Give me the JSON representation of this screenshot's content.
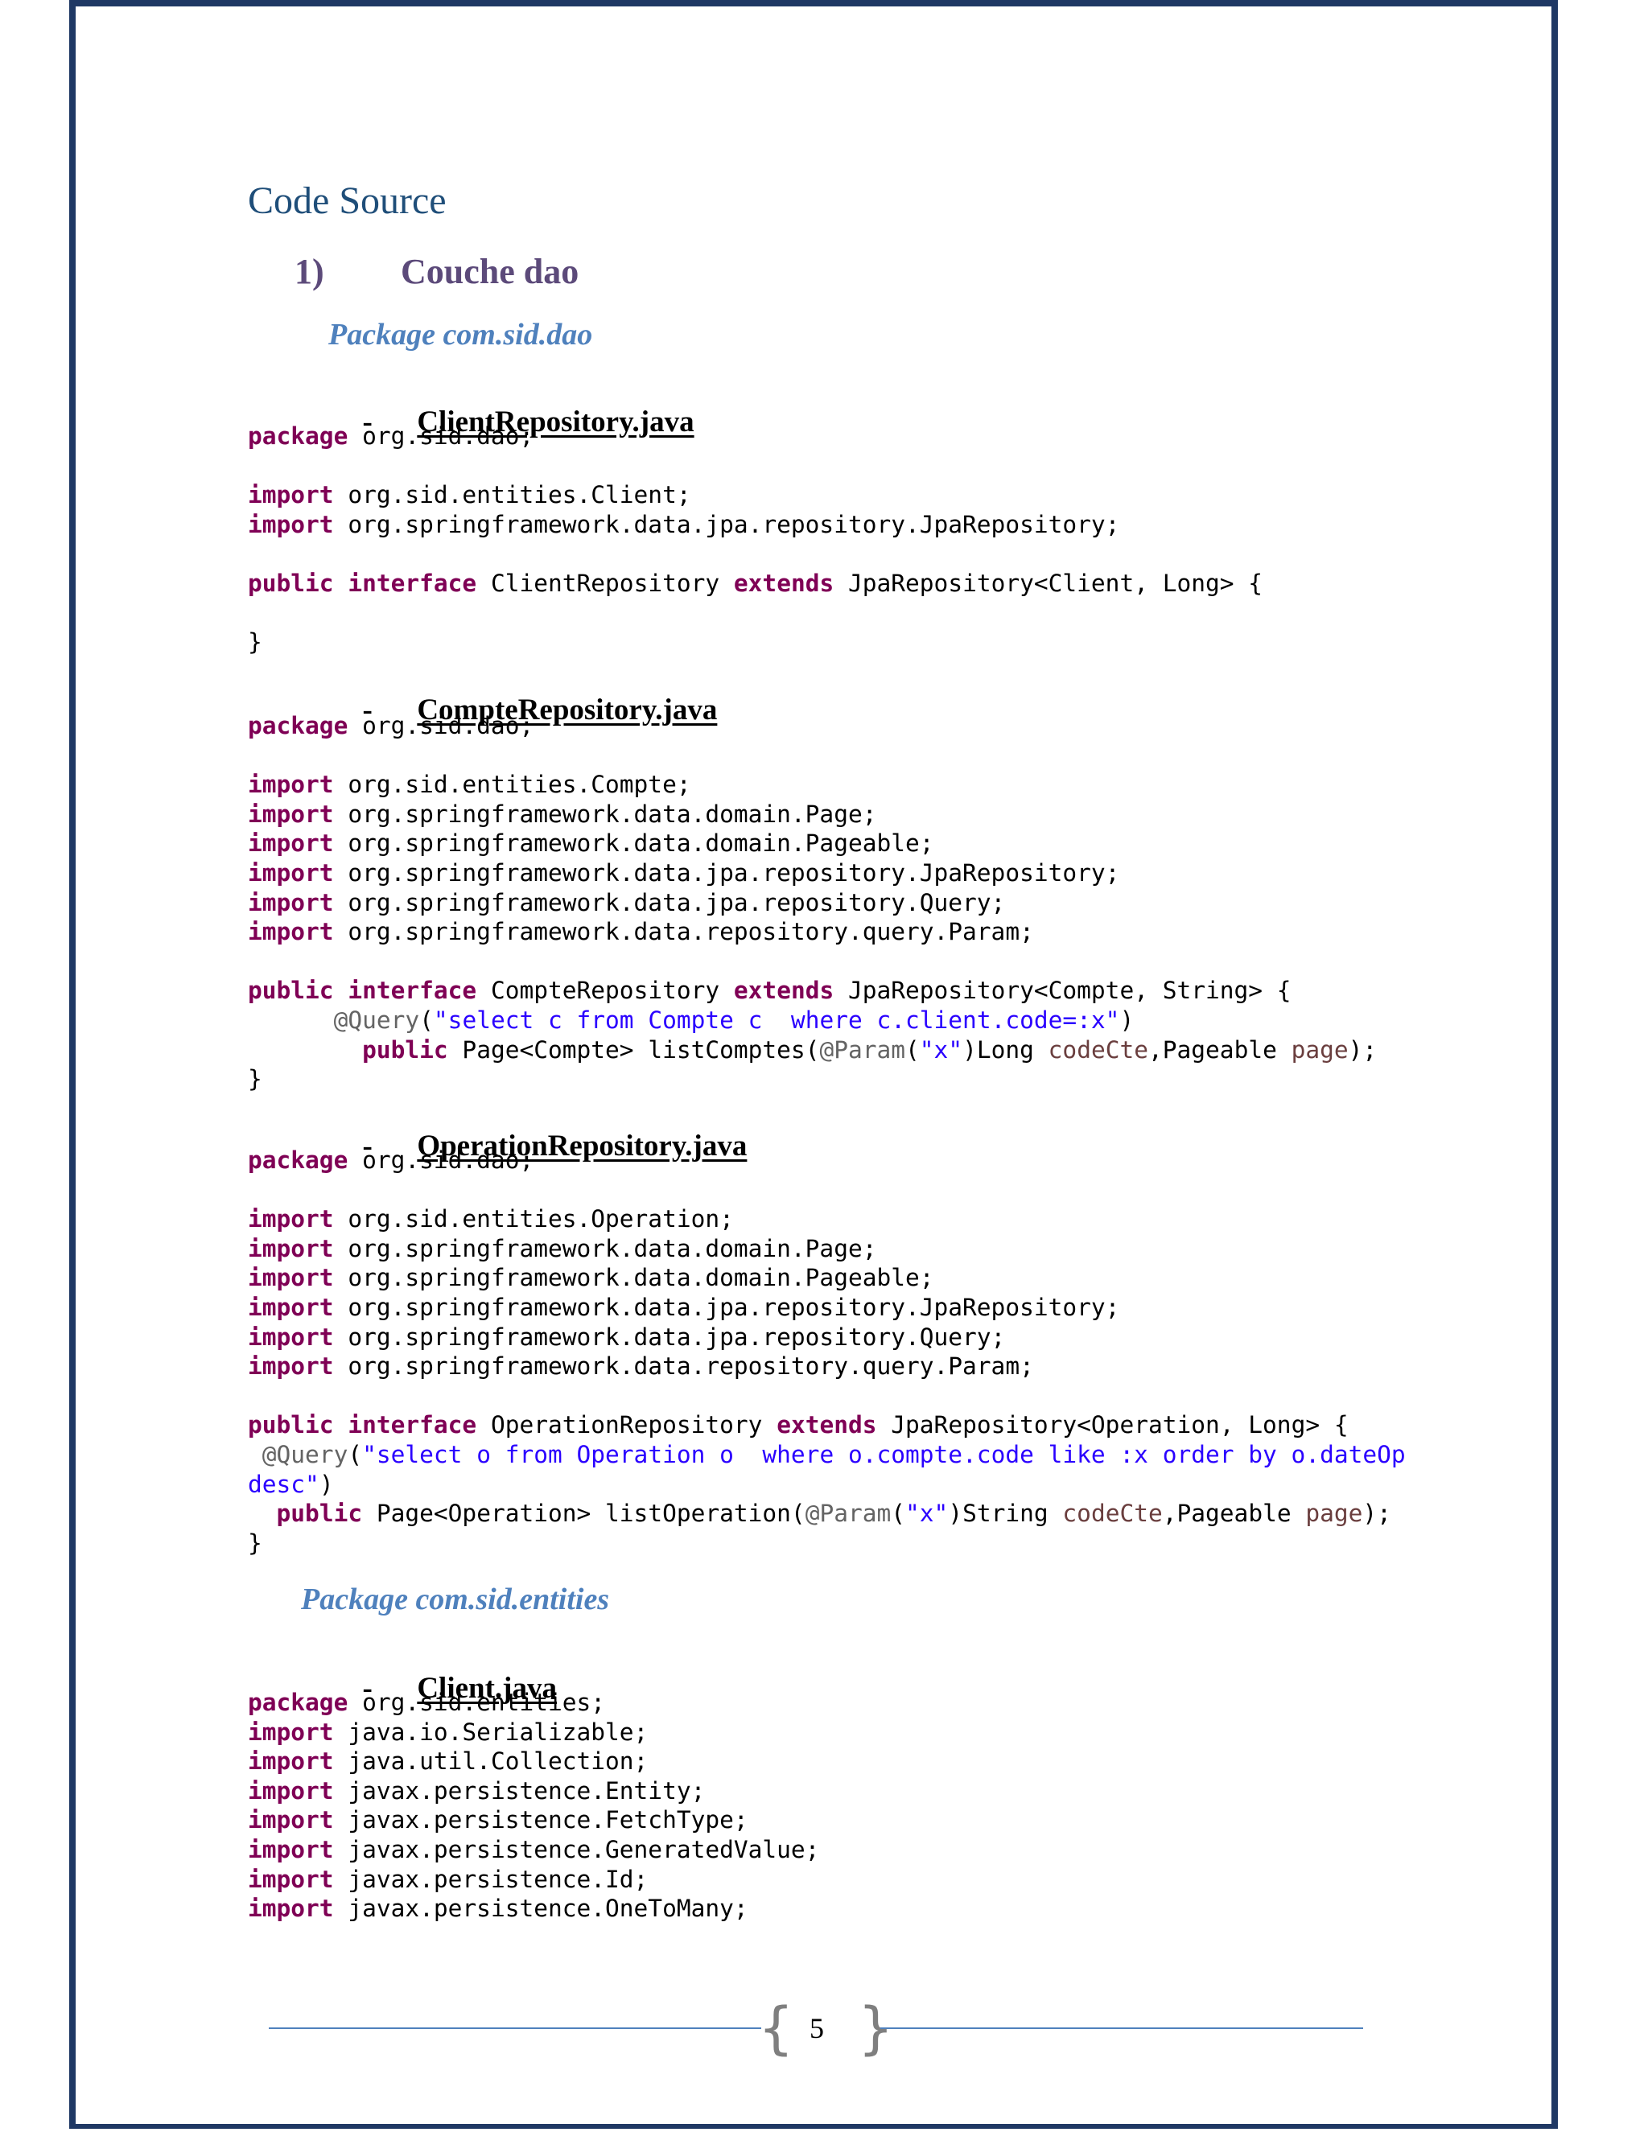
{
  "section_title": "Code Source",
  "subsection": {
    "number": "1)",
    "title": "Couche dao"
  },
  "package_dao": "Package com.sid.dao",
  "package_entities": "Package com.sid.entities",
  "files": {
    "client_repo": {
      "bullet": "-",
      "name": "ClientRepository.java"
    },
    "compte_repo": {
      "bullet": "-",
      "name": "CompteRepository.java"
    },
    "operation_repo": {
      "bullet": "-",
      "name": "OperationRepository.java"
    },
    "client": {
      "bullet": "-",
      "name": "Client.java"
    }
  },
  "page_number": "5",
  "colors": {
    "keyword": "#7f0055",
    "string": "#2a00ff",
    "annotation": "#646464",
    "variable": "#6a3e3e",
    "border": "#1f3864"
  }
}
